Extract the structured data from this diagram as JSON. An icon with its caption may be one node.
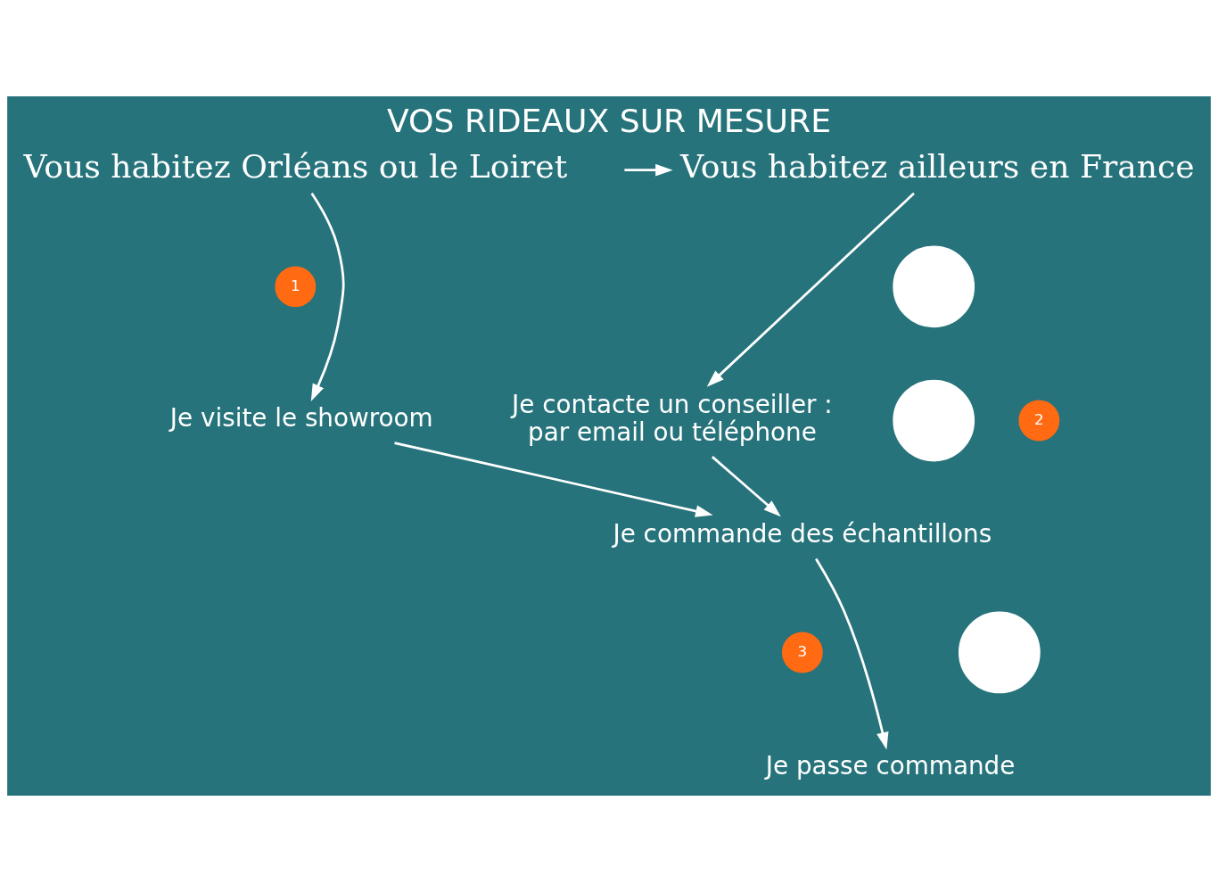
{
  "diagram": {
    "title": "VOS RIDEAUX SUR MESURE",
    "nodes": [
      {
        "text": [
          "Vous habitez Orléans ou le Loiret"
        ]
      },
      {
        "text": [
          "Vous habitez ailleurs en France"
        ]
      },
      {
        "text": [
          "1"
        ]
      },
      {
        "text": [],
        "shape": "circle"
      },
      {
        "text": [
          "Je visite le showroom"
        ]
      },
      {
        "text": [
          "Je contacte un conseiller :",
          "par email ou téléphone"
        ]
      },
      {
        "text": [
          "2"
        ]
      },
      {
        "text": [],
        "shape": "circle"
      },
      {
        "text": [
          "Je commande des échantillons"
        ]
      },
      {
        "text": [
          "3"
        ]
      },
      {
        "text": [],
        "shape": "circle"
      },
      {
        "text": [
          "Je passe commande"
        ]
      }
    ],
    "edges": [
      {
        "from": 0,
        "to": 4,
        "arrow": "to"
      },
      {
        "from": 1,
        "to": 5,
        "arrow": "to"
      },
      {
        "from": null,
        "to": 1,
        "arrow": "to"
      },
      {
        "from": 4,
        "to": 8,
        "arrow": "to"
      },
      {
        "from": 5,
        "to": 8,
        "arrow": "to"
      },
      {
        "from": 8,
        "to": 11,
        "arrow": "to"
      }
    ]
  }
}
